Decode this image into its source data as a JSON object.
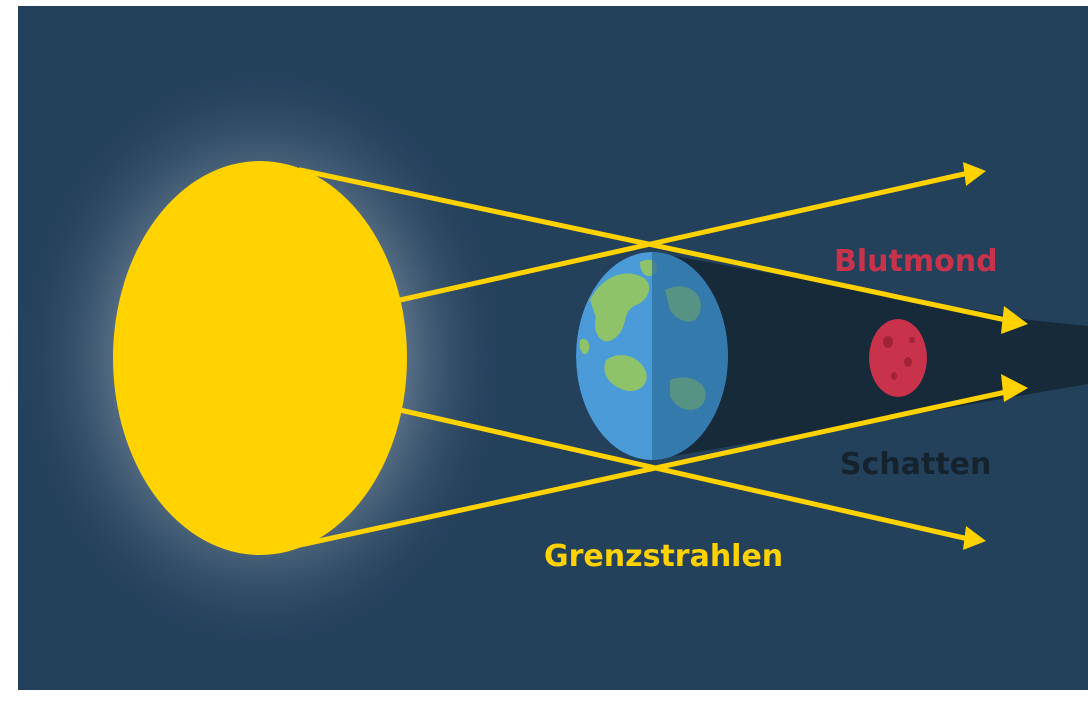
{
  "labels": {
    "blood_moon": "Blutmond",
    "shadow": "Schatten",
    "boundary_rays": "Grenzstrahlen"
  },
  "colors": {
    "background": "#24415c",
    "sun": "#ffd200",
    "rays": "#ffd200",
    "shadow": "#172a3a",
    "earth_ocean": "#4a9bd8",
    "earth_land": "#8fc36a",
    "earth_night": "#2f6f9e",
    "moon": "#c8324a",
    "blood_moon_label": "#c8324a",
    "shadow_label": "#15232f",
    "rays_label": "#ffd200"
  },
  "elements": [
    "sun",
    "earth",
    "moon",
    "shadow-cone",
    "boundary-rays"
  ]
}
